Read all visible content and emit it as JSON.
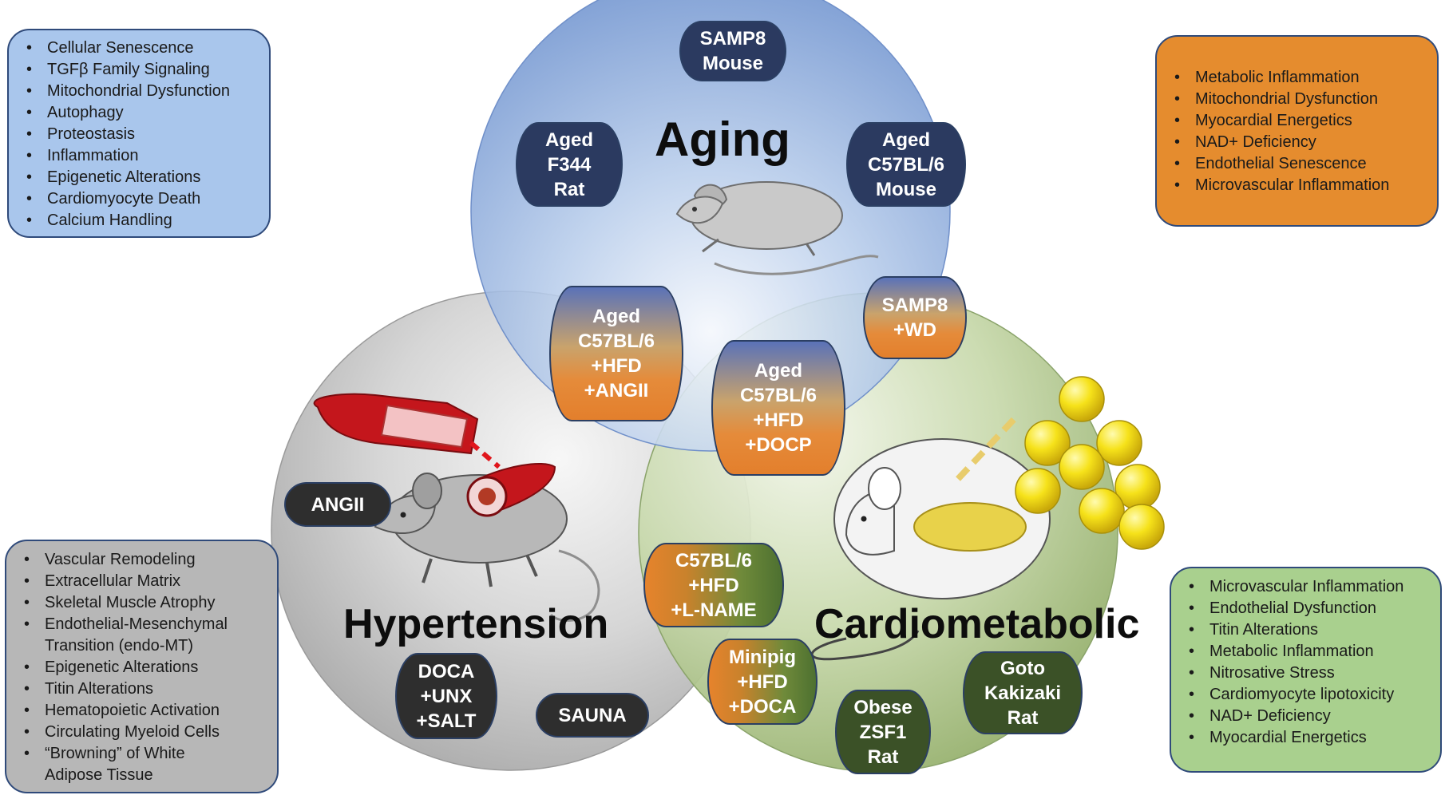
{
  "circles": {
    "aging": {
      "title": "Aging",
      "color": "#7fa3d8"
    },
    "hypertension": {
      "title": "Hypertension",
      "color": "#b5b5b5"
    },
    "cardiometabolic": {
      "title": "Cardiometabolic",
      "color": "#a9c38c"
    }
  },
  "aging_box": {
    "color": "#a9c6ec",
    "items": [
      "Cellular Senescence",
      "TGFβ Family Signaling",
      "Mitochondrial Dysfunction",
      "Autophagy",
      "Proteostasis",
      "Inflammation",
      "Epigenetic Alterations",
      "Cardiomyocyte Death",
      "Calcium Handling"
    ]
  },
  "orange_box": {
    "color": "#e58c2e",
    "items": [
      "Metabolic Inflammation",
      "Mitochondrial Dysfunction",
      "Myocardial Energetics",
      "NAD+ Deficiency",
      "Endothelial Senescence",
      "Microvascular Inflammation"
    ]
  },
  "hypertension_box": {
    "color": "#b7b7b7",
    "items": [
      "Vascular Remodeling",
      "Extracellular Matrix",
      "Skeletal Muscle Atrophy",
      "Endothelial-Mesenchymal Transition (endo-MT)",
      "Epigenetic Alterations",
      "Titin Alterations",
      "Hematopoietic Activation",
      "Circulating Myeloid Cells",
      "“Browning” of White Adipose Tissue"
    ]
  },
  "cardiometabolic_box": {
    "color": "#a9d08e",
    "items": [
      "Microvascular Inflammation",
      "Endothelial Dysfunction",
      "Titin Alterations",
      "Metabolic Inflammation",
      "Nitrosative Stress",
      "Cardiomyocyte lipotoxicity",
      "NAD+ Deficiency",
      "Myocardial Energetics"
    ]
  },
  "models": {
    "samp8_mouse": [
      "SAMP8",
      "Mouse"
    ],
    "aged_f344_rat": [
      "Aged",
      "F344",
      "Rat"
    ],
    "aged_c57_mouse": [
      "Aged",
      "C57BL/6",
      "Mouse"
    ],
    "aged_c57_hfd_angii": [
      "Aged",
      "C57BL/6",
      "+HFD",
      "+ANGII"
    ],
    "samp8_wd": [
      "SAMP8",
      "+WD"
    ],
    "aged_c57_hfd_docp": [
      "Aged",
      "C57BL/6",
      "+HFD",
      "+DOCP"
    ],
    "angii": [
      "ANGII"
    ],
    "doca_unx_salt": [
      "DOCA",
      "+UNX",
      "+SALT"
    ],
    "sauna": [
      "SAUNA"
    ],
    "c57_hfd_lname": [
      "C57BL/6",
      "+HFD",
      "+L-NAME"
    ],
    "minipig_hfd_doca": [
      "Minipig",
      "+HFD",
      "+DOCA"
    ],
    "obese_zsf1_rat": [
      "Obese",
      "ZSF1",
      "Rat"
    ],
    "goto_kakizaki_rat": [
      "Goto",
      "Kakizaki",
      "Rat"
    ]
  }
}
